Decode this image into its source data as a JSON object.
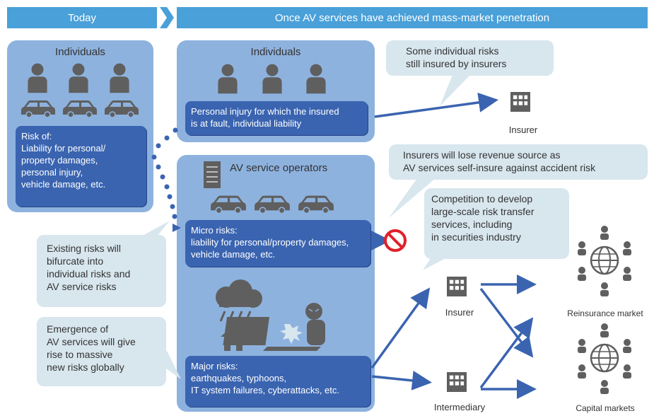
{
  "header": {
    "today_label": "Today",
    "future_label": "Once AV services have achieved mass-market penetration"
  },
  "today_panel": {
    "title": "Individuals",
    "risk_text": "Risk of:\nLiability for personal/\nproperty damages,\npersonal injury,\nvehicle damage, etc."
  },
  "future_individuals": {
    "title": "Individuals",
    "risk_text": "Personal injury for which the insured\nis at fault, individual liability"
  },
  "av_operators": {
    "title": "AV service operators",
    "micro_text": "Micro risks:\nliability for personal/property damages,\nvehicle damage, etc.",
    "major_text": "Major risks:\nearthquakes, typhoons,\nIT system failures, cyberattacks, etc."
  },
  "bubbles": {
    "some_risks": "Some individual risks\nstill insured by insurers",
    "lose_revenue": "Insurers will lose revenue source as\nAV services self-insure against accident risk",
    "competition": "Competition to develop\nlarge-scale risk transfer\nservices, including\nin securities industry",
    "bifurcate": "Existing risks will\nbifurcate into\nindividual risks and\nAV service risks",
    "emergence": "Emergence of\nAV services will give\nrise to massive\nnew risks globally"
  },
  "entities": {
    "insurer_top": "Insurer",
    "insurer_mid": "Insurer",
    "intermediary": "Intermediary",
    "reinsurance": "Reinsurance market",
    "capital": "Capital markets"
  },
  "colors": {
    "header_bar": "#4aa0d8",
    "panel": "#8eb2de",
    "dark_box": "#3a64b0",
    "bubble": "#d8e6ee",
    "icon_gray": "#5f5f5f",
    "arrow": "#3a64b0",
    "prohibit": "#e0202a"
  }
}
